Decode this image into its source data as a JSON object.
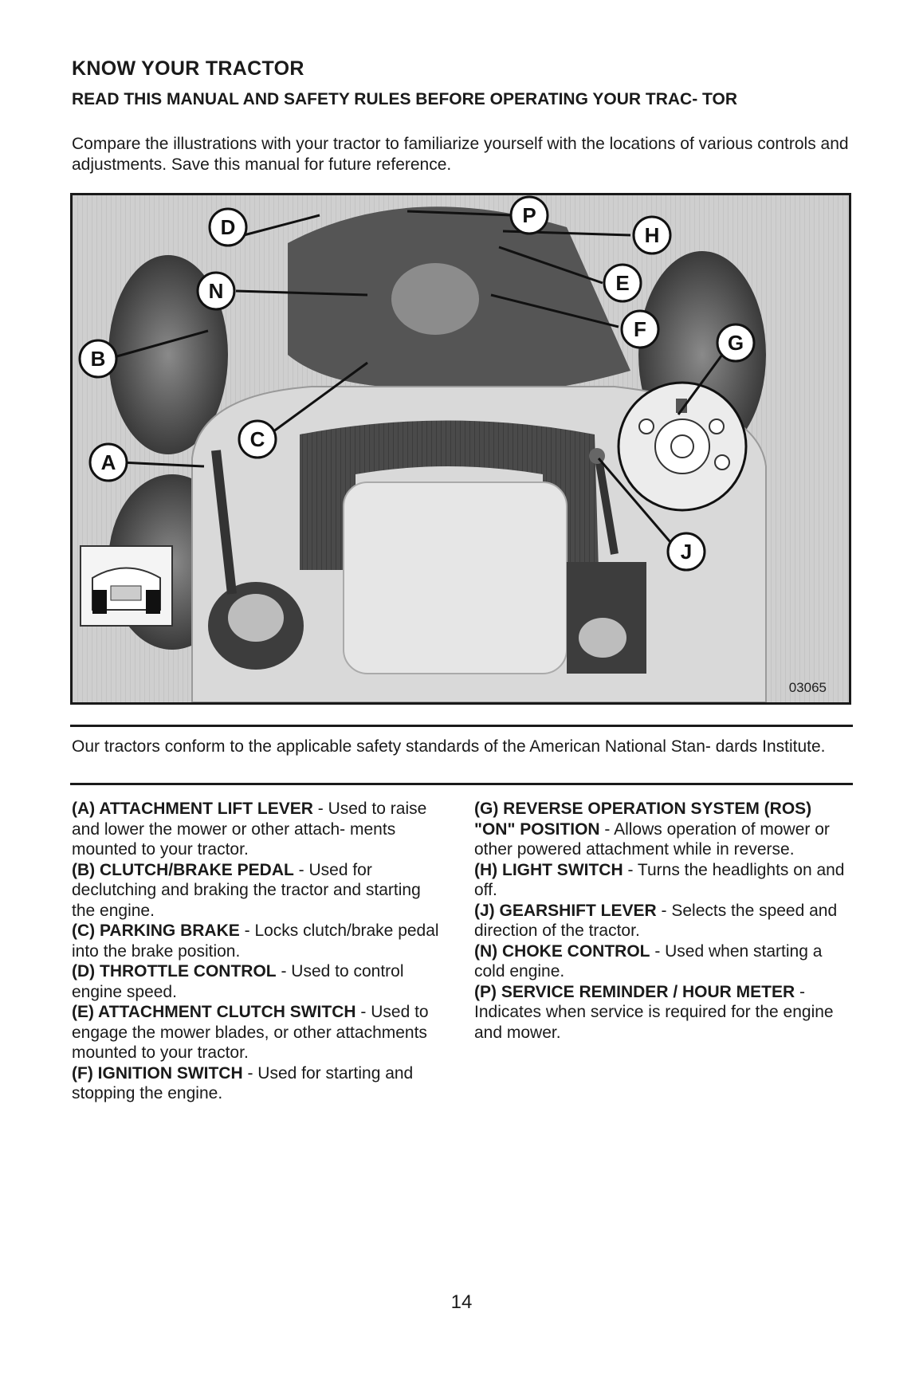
{
  "header": {
    "title": "KNOW YOUR TRACTOR",
    "subtitle": "READ THIS MANUAL AND SAFETY RULES BEFORE OPERATING YOUR TRAC- TOR",
    "intro": "Compare the illustrations with your tractor to familiarize yourself with the locations of various controls and adjustments.  Save this manual for future reference."
  },
  "figure": {
    "number": "03065",
    "callouts": [
      "P",
      "D",
      "H",
      "N",
      "E",
      "F",
      "B",
      "G",
      "C",
      "A",
      "J"
    ]
  },
  "standards_note": "Our tractors conform to the applicable safety standards of the American National Stan- dards Institute.",
  "controls_left": [
    {
      "label": "(A) ATTACHMENT LIFT LEVER",
      "desc": " - Used to raise and lower the mower or other attach- ments mounted to your tractor."
    },
    {
      "label": "(B) CLUTCH/BRAKE PEDAL",
      "desc": " - Used for declutching and braking the tractor and starting the engine."
    },
    {
      "label": "(C) PARKING BRAKE",
      "desc": " - Locks clutch/brake pedal into the brake position."
    },
    {
      "label": "(D) THROTTLE CONTROL",
      "desc": " - Used to control engine speed."
    },
    {
      "label": "(E) ATTACHMENT CLUTCH SWITCH",
      "desc": " - Used to engage the mower blades, or other attachments mounted to your tractor."
    },
    {
      "label": "(F) IGNITION SWITCH",
      "desc": " - Used for starting and stopping the engine."
    }
  ],
  "controls_right": [
    {
      "label": "(G) REVERSE OPERATION SYSTEM (ROS) \"ON\" POSITION",
      "desc": " - Allows operation of mower or other powered attachment while in reverse."
    },
    {
      "label": "(H) LIGHT SWITCH",
      "desc": " - Turns the headlights on and off."
    },
    {
      "label": "(J) GEARSHIFT LEVER",
      "desc": " - Selects the speed and direction of the tractor."
    },
    {
      "label": "(N) CHOKE CONTROL",
      "desc": " - Used when starting a cold engine."
    },
    {
      "label": "(P) SERVICE REMINDER / HOUR METER",
      "desc": " - Indicates when service is required for the engine and mower."
    }
  ],
  "page_number": "14"
}
